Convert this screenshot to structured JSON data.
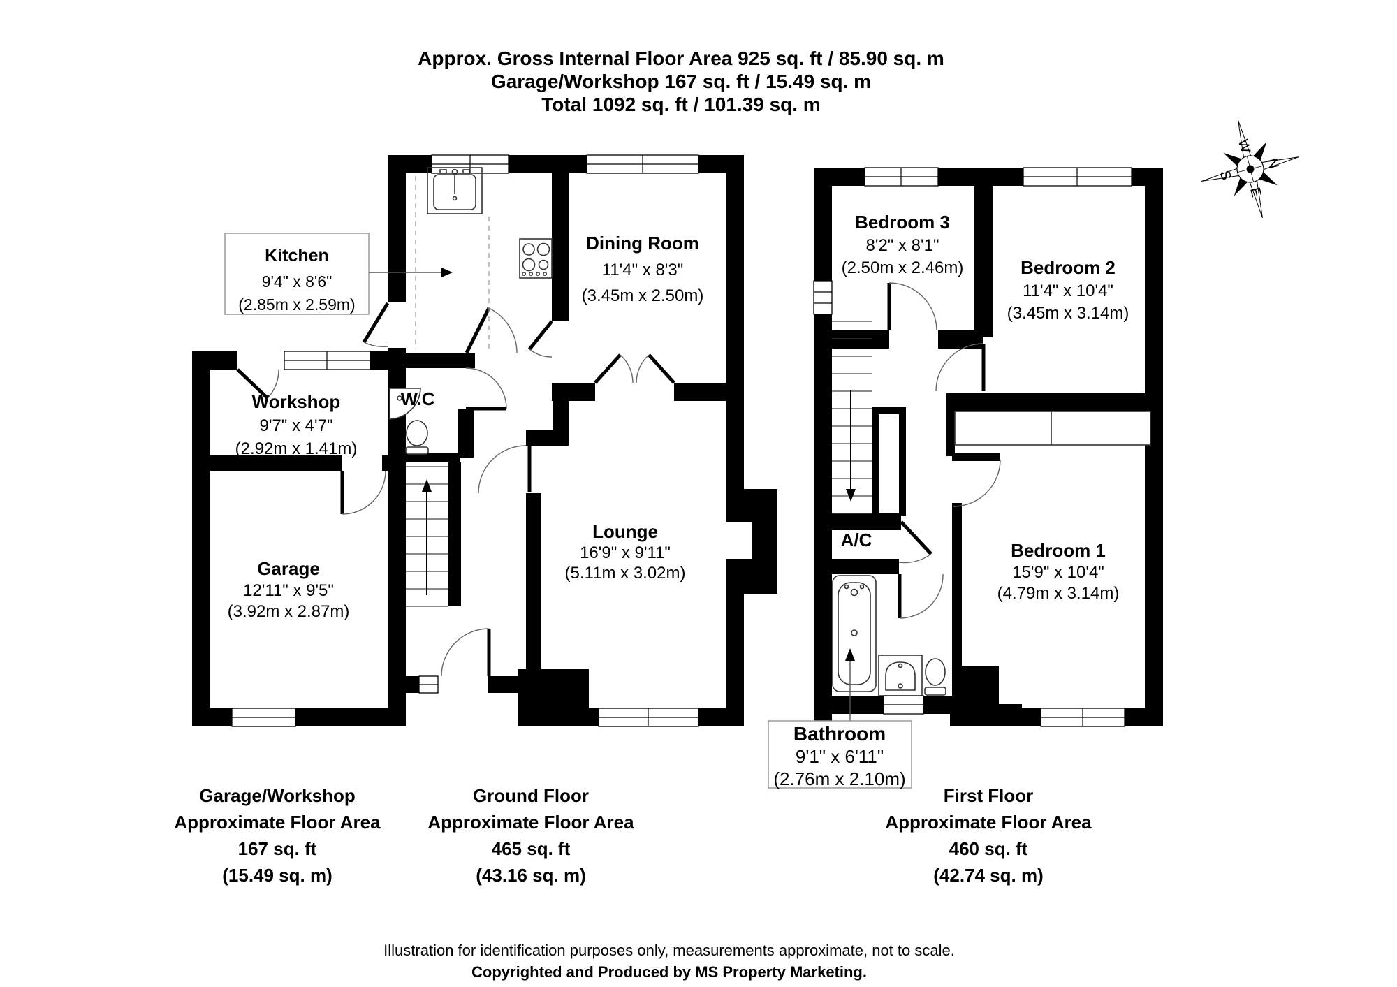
{
  "header": {
    "line1": "Approx. Gross Internal Floor Area 925 sq. ft / 85.90 sq. m",
    "line2": "Garage/Workshop 167 sq. ft / 15.49 sq. m",
    "line3": "Total 1092 sq. ft / 101.39 sq. m"
  },
  "ground_floor": {
    "kitchen": {
      "name": "Kitchen",
      "imperial": "9'4\" x 8'6\"",
      "metric": "(2.85m x 2.59m)"
    },
    "dining_room": {
      "name": "Dining Room",
      "imperial": "11'4\" x 8'3\"",
      "metric": "(3.45m x 2.50m)"
    },
    "workshop": {
      "name": "Workshop",
      "imperial": "9'7\" x 4'7\"",
      "metric": "(2.92m x 1.41m)"
    },
    "wc": {
      "name": "W.C"
    },
    "garage": {
      "name": "Garage",
      "imperial": "12'11\" x 9'5\"",
      "metric": "(3.92m x 2.87m)"
    },
    "lounge": {
      "name": "Lounge",
      "imperial": "16'9\" x 9'11\"",
      "metric": "(5.11m x 3.02m)"
    }
  },
  "first_floor": {
    "bedroom3": {
      "name": "Bedroom 3",
      "imperial": "8'2\" x 8'1\"",
      "metric": "(2.50m x 2.46m)"
    },
    "bedroom2": {
      "name": "Bedroom 2",
      "imperial": "11'4\" x 10'4\"",
      "metric": "(3.45m x 3.14m)"
    },
    "bedroom1": {
      "name": "Bedroom 1",
      "imperial": "15'9\" x 10'4\"",
      "metric": "(4.79m x 3.14m)"
    },
    "ac": {
      "name": "A/C"
    },
    "bathroom": {
      "name": "Bathroom",
      "imperial": "9'1\" x 6'11\"",
      "metric": "(2.76m x 2.10m)"
    }
  },
  "captions": {
    "garage_workshop": {
      "title": "Garage/Workshop",
      "subtitle": "Approximate Floor Area",
      "area_ft": "167 sq. ft",
      "area_m": "(15.49 sq. m)"
    },
    "ground_floor": {
      "title": "Ground Floor",
      "subtitle": "Approximate Floor Area",
      "area_ft": "465 sq. ft",
      "area_m": "(43.16 sq. m)"
    },
    "first_floor": {
      "title": "First Floor",
      "subtitle": "Approximate Floor Area",
      "area_ft": "460 sq. ft",
      "area_m": "(42.74 sq. m)"
    }
  },
  "compass": {
    "north": "N",
    "east": "E",
    "south": "S",
    "west": "W"
  },
  "footer": {
    "line1": "Illustration for identification purposes only, measurements approximate, not to scale.",
    "line2": "Copyrighted  and Produced by MS Property Marketing."
  }
}
